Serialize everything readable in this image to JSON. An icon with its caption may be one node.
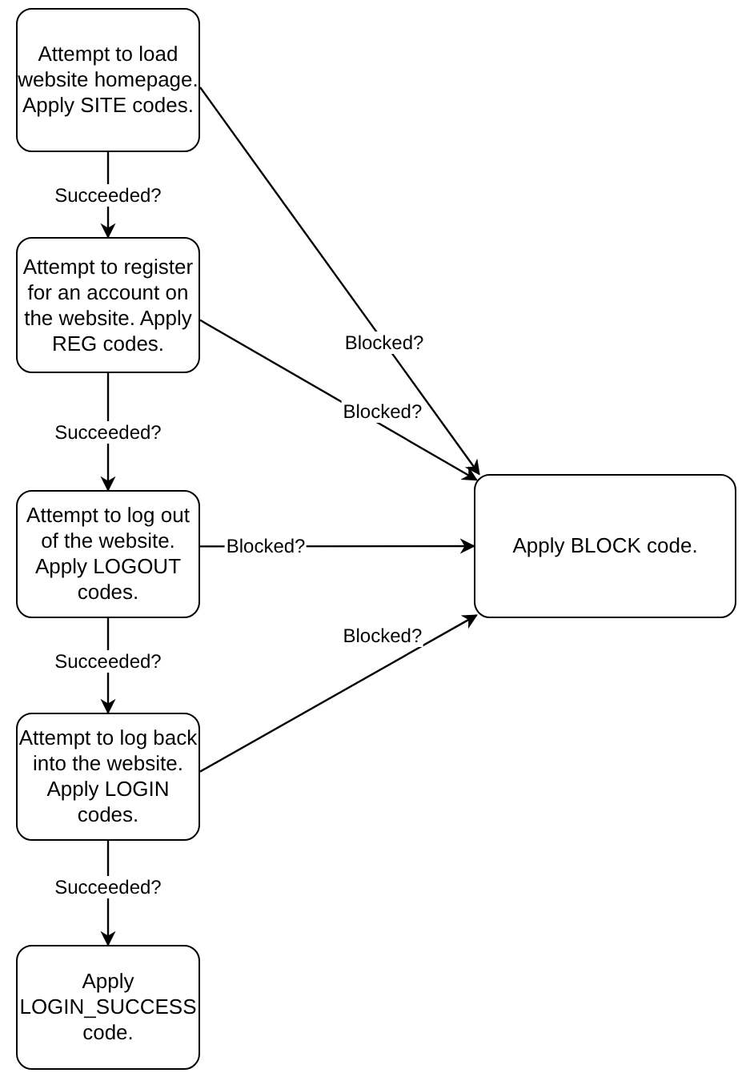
{
  "diagram": {
    "nodes": [
      {
        "text": [
          "Attempt to load website homepage. Apply SITE codes."
        ]
      },
      {
        "text": [
          "Attempt to register for an account on the website. Apply REG codes."
        ]
      },
      {
        "text": [
          "Attempt to log out of the website. Apply LOGOUT codes."
        ]
      },
      {
        "text": [
          "Attempt to log back into the website. Apply LOGIN codes."
        ]
      },
      {
        "text": [
          "Apply LOGIN_SUCCESS code."
        ]
      },
      {
        "text": [
          "Apply BLOCK code."
        ]
      }
    ],
    "edges": [
      {
        "from": 0,
        "to": 1,
        "arrow": "to",
        "label": "Succeeded?"
      },
      {
        "from": 1,
        "to": 2,
        "arrow": "to",
        "label": "Succeeded?"
      },
      {
        "from": 2,
        "to": 3,
        "arrow": "to",
        "label": "Succeeded?"
      },
      {
        "from": 3,
        "to": 4,
        "arrow": "to",
        "label": "Succeeded?"
      },
      {
        "from": 0,
        "to": 5,
        "arrow": "to",
        "label": "Blocked?"
      },
      {
        "from": 1,
        "to": 5,
        "arrow": "to",
        "label": "Blocked?"
      },
      {
        "from": 2,
        "to": 5,
        "arrow": "to",
        "label": "Blocked?"
      },
      {
        "from": 3,
        "to": 5,
        "arrow": "to",
        "label": "Blocked?"
      }
    ]
  }
}
